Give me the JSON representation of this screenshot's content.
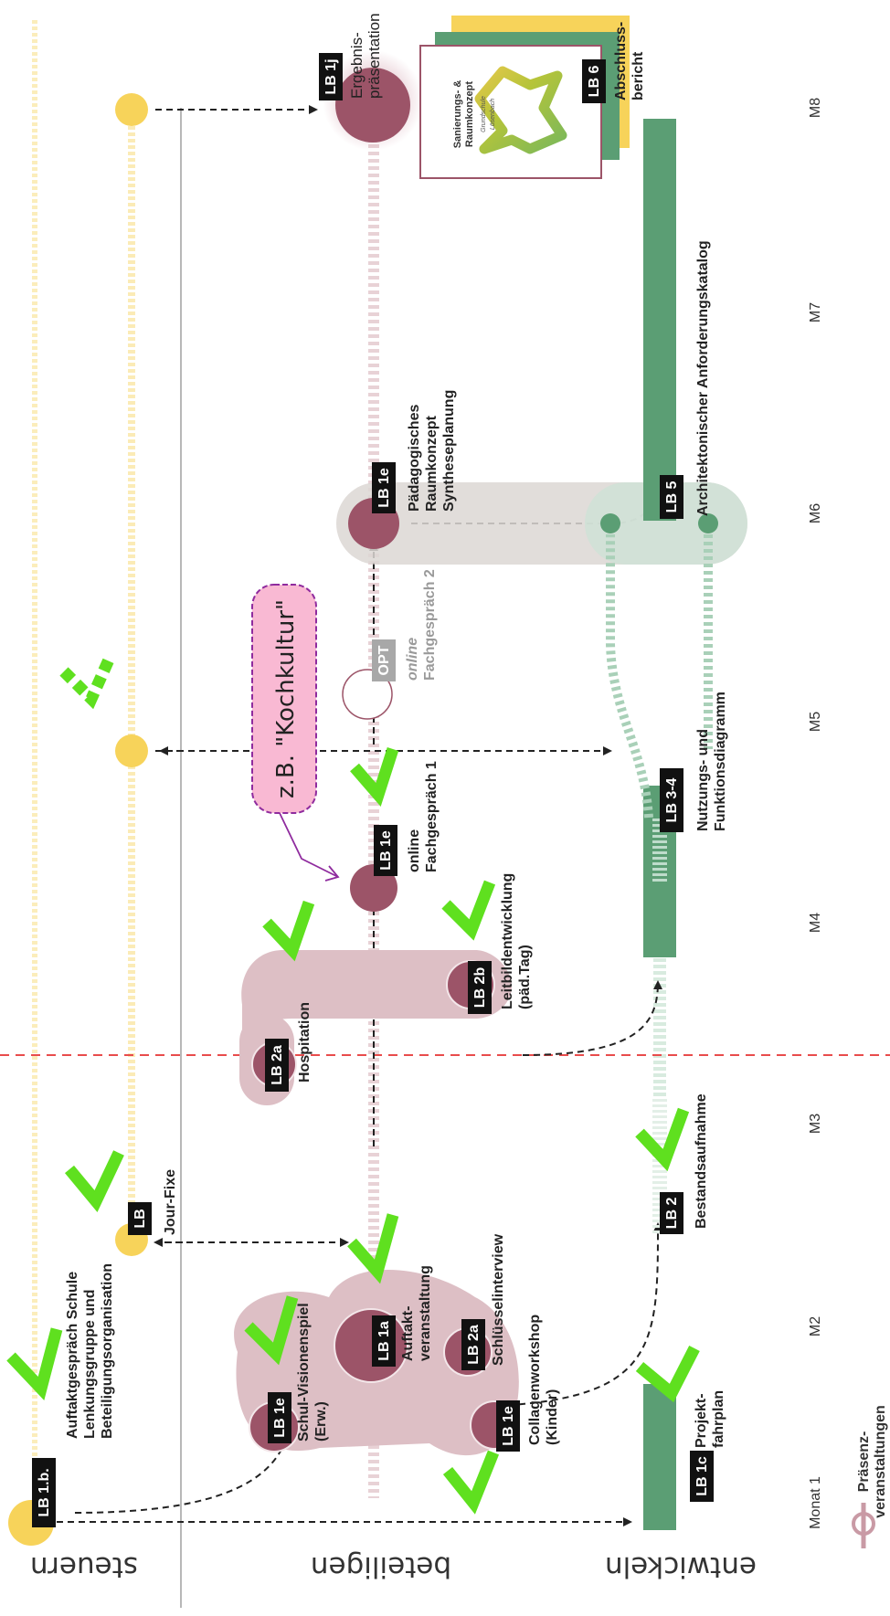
{
  "lanes": {
    "steuern": "steuern",
    "beteiligen": "beteiligen",
    "entwickeln": "entwickeln"
  },
  "months": [
    "Monat 1",
    "M2",
    "M3",
    "M4",
    "M5",
    "M6",
    "M7",
    "M8"
  ],
  "legend": {
    "label_line1": "Präsenz-",
    "label_line2": "veranstaltungen"
  },
  "badges": {
    "lb1b": "LB 1.b.",
    "lb_jf": "LB",
    "lb1e_a": "LB 1e",
    "lb1a": "LB 1a",
    "lb2a_a": "LB 2a",
    "lb1e_b": "LB 1e",
    "lb1c": "LB 1c",
    "lb2": "LB 2",
    "lb2a_b": "LB 2a",
    "lb2b": "LB 2b",
    "lb1e_c": "LB 1e",
    "lb34": "LB 3-4",
    "opt": "OPT",
    "lb1e_d": "LB 1e",
    "lb5": "LB 5",
    "lb1j": "LB 1j",
    "lb6": "LB 6"
  },
  "labels": {
    "auftakt": [
      "Auftaktgespräch Schule",
      "Lenkungsgruppe und",
      "Beteiligungsorganisation"
    ],
    "jourfixe": [
      "Jour-Fixe"
    ],
    "schulvision": [
      "Schul-Visionenspiel",
      "(Erw.)"
    ],
    "auftaktver": [
      "Auftakt-",
      "veranstaltung"
    ],
    "schluessel": [
      "Schlüsselinterview"
    ],
    "collagen": [
      "Collagenworkshop",
      "(Kinder)"
    ],
    "projekt": [
      "Projekt-",
      "fahrplan"
    ],
    "bestand": [
      "Bestandsaufnahme"
    ],
    "hospitation": [
      "Hospitation"
    ],
    "leitbild": [
      "Leitbildentwicklung",
      "(päd.Tag)"
    ],
    "fach1": [
      "online",
      "Fachgespräch 1"
    ],
    "nutzung": [
      "Nutzungs- und",
      "Funktionsdiagramm"
    ],
    "fach2": [
      "online",
      "Fachgespräch 2"
    ],
    "paed": [
      "Pädagogisches",
      "Raumkonzept",
      "Syntheseplanung"
    ],
    "architekt": [
      "Architektonischer Anforderungskatalog"
    ],
    "ergebnis": [
      "Ergebnis-",
      "präsentation"
    ],
    "abschluss": [
      "Abschluss-",
      "bericht"
    ],
    "cover": [
      "Sanierungs- &",
      "Raumkonzept",
      "Grundschule",
      "Lösenbach"
    ]
  },
  "callout": "z.B. \"Kochkultur\"",
  "colors": {
    "maroon": "#9c5468",
    "maroon_bubble": "#ddbfc5",
    "yellow": "#f7d35a",
    "yellow_line": "#fbebb6",
    "green": "#5b9e74",
    "green_bubble": "#cfe2d6",
    "check": "#5fe01f",
    "pink": "#f9b9d3",
    "purple": "#8f2b9e",
    "red_dash": "#e84c4c"
  }
}
